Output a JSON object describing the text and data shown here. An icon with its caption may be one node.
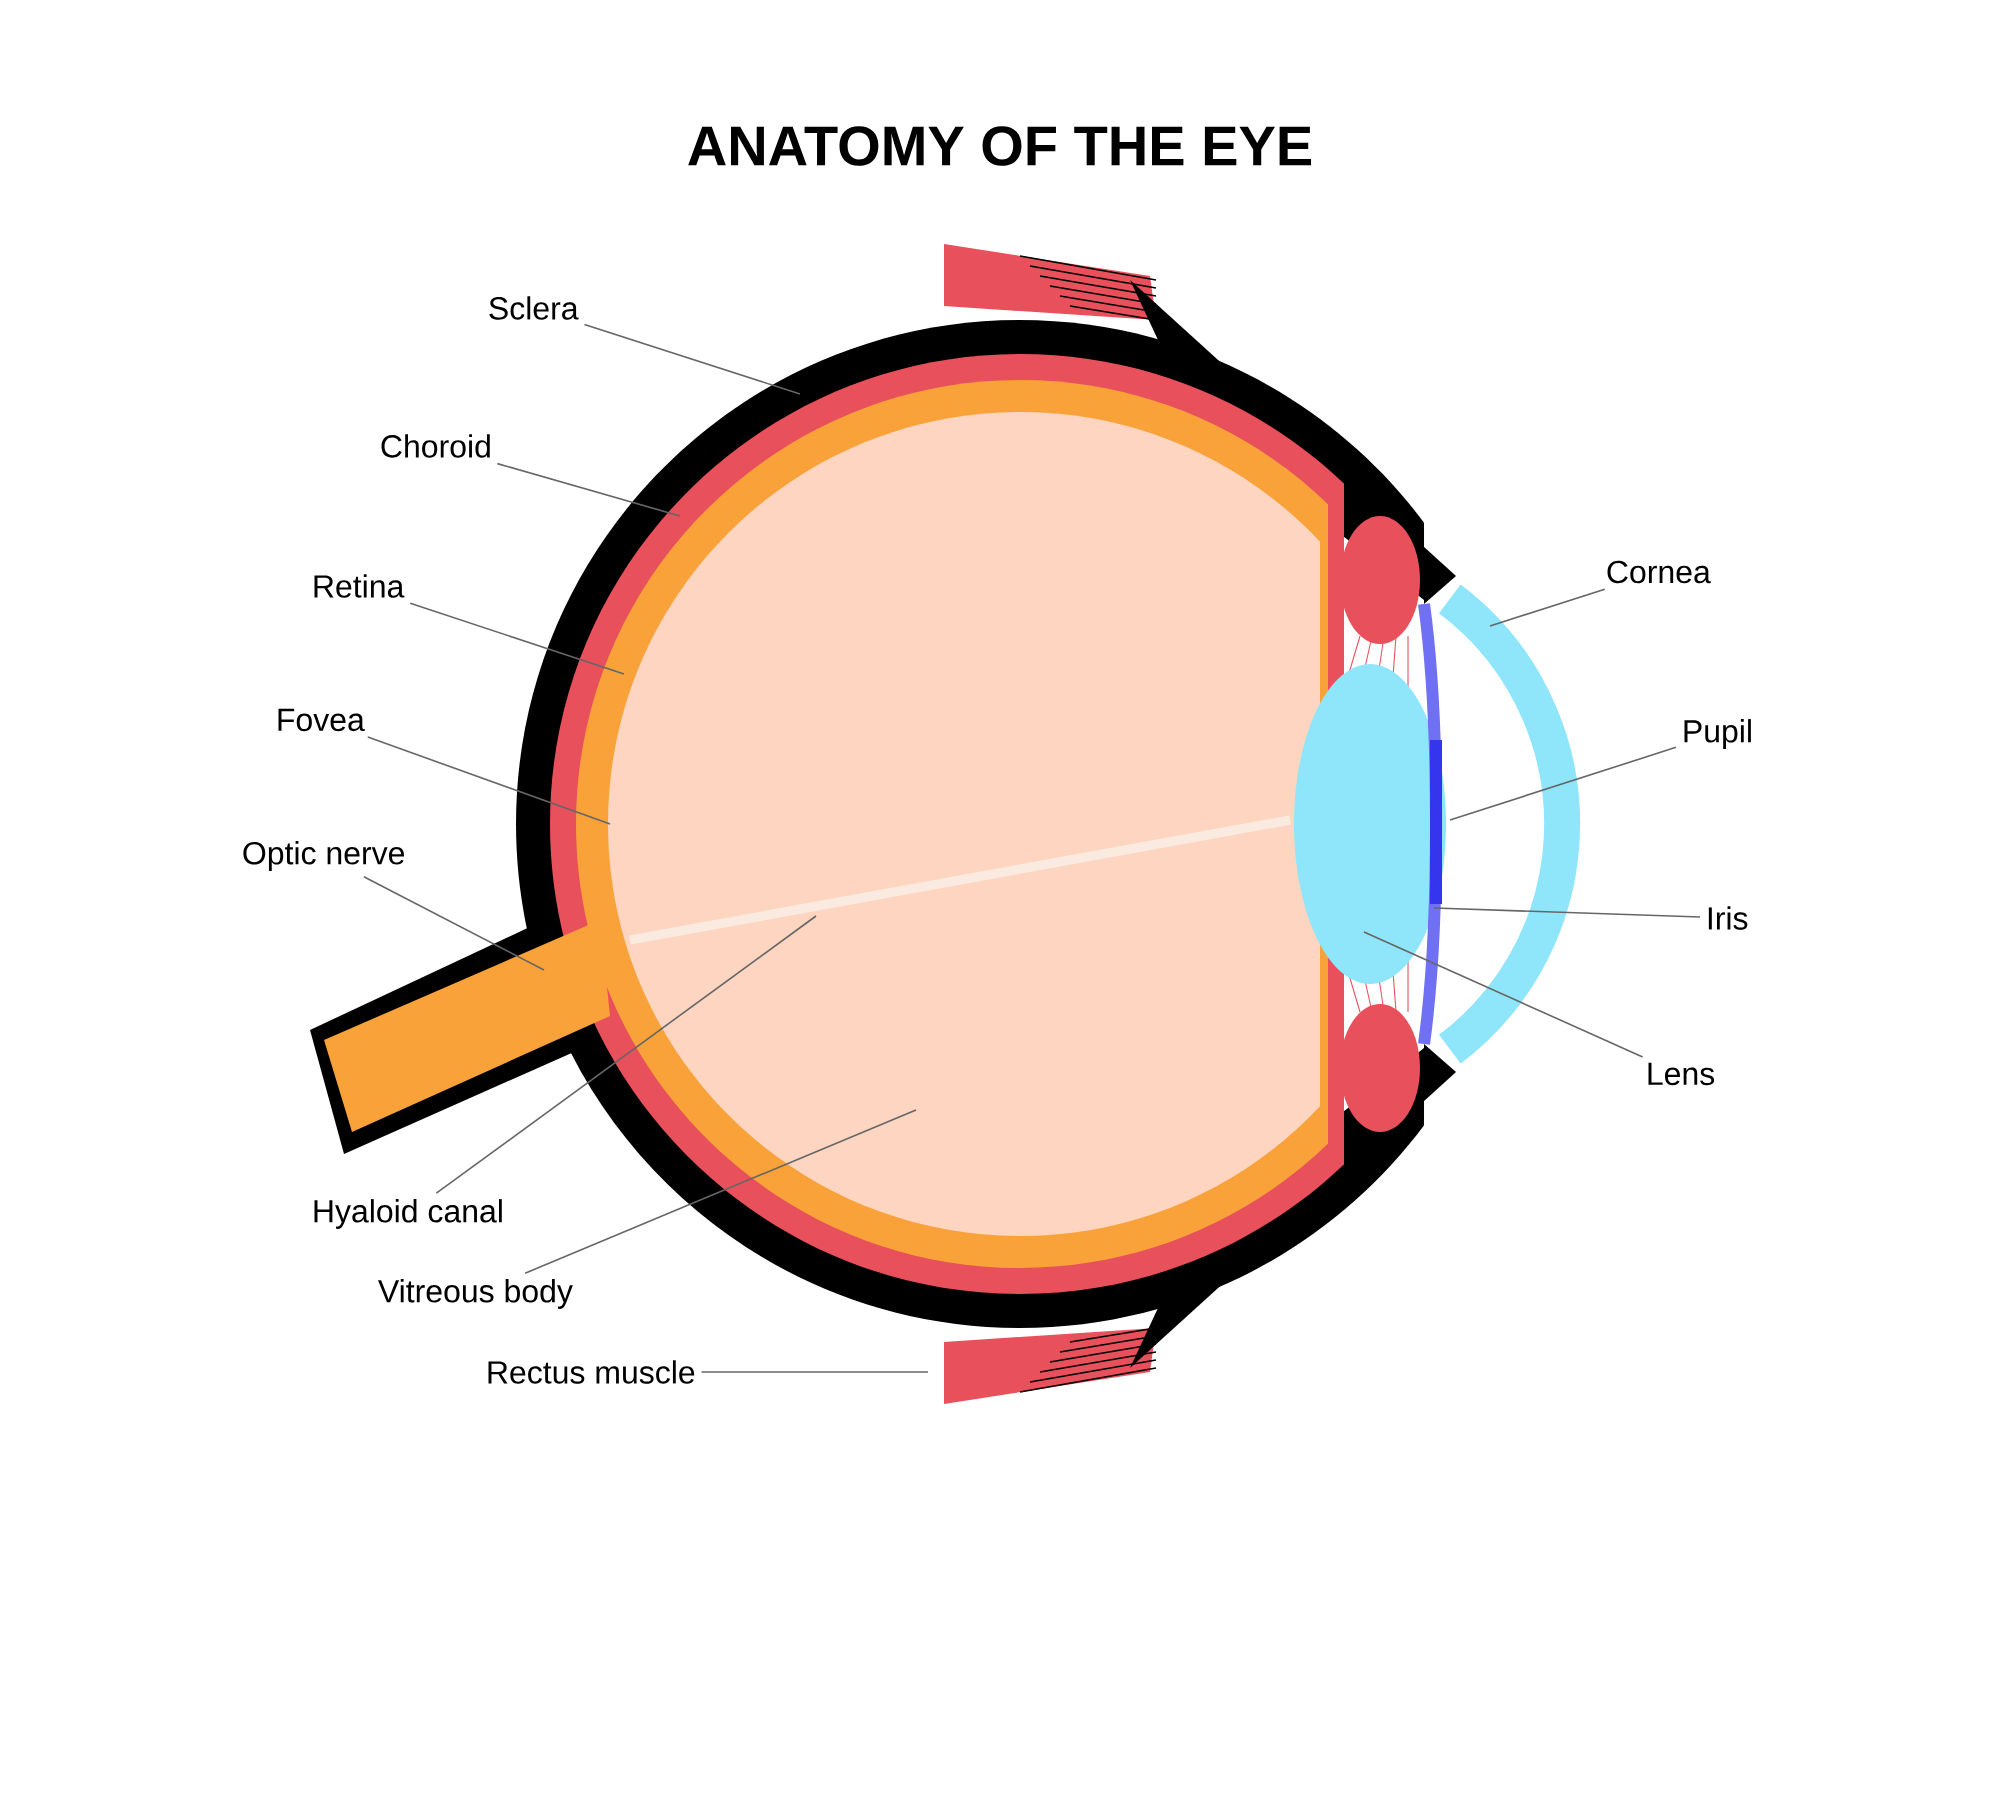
{
  "diagram": {
    "title": "ANATOMY OF THE EYE",
    "nodes": [
      {
        "text": [
          "Sclera"
        ]
      },
      {
        "text": [
          "Choroid"
        ]
      },
      {
        "text": [
          "Retina"
        ]
      },
      {
        "text": [
          "Fovea"
        ]
      },
      {
        "text": [
          "Optic nerve"
        ]
      },
      {
        "text": [
          "Hyaloid canal"
        ]
      },
      {
        "text": [
          "Vitreous body"
        ]
      },
      {
        "text": [
          "Rectus muscle"
        ]
      },
      {
        "text": [
          "Cornea"
        ]
      },
      {
        "text": [
          "Pupil"
        ]
      },
      {
        "text": [
          "Iris"
        ]
      },
      {
        "text": [
          "Lens"
        ]
      }
    ],
    "edges": [
      {
        "from": 0,
        "to": null,
        "arrow": "none"
      },
      {
        "from": 1,
        "to": null,
        "arrow": "none"
      },
      {
        "from": 2,
        "to": null,
        "arrow": "none"
      },
      {
        "from": 3,
        "to": null,
        "arrow": "none"
      },
      {
        "from": 4,
        "to": null,
        "arrow": "none"
      },
      {
        "from": 5,
        "to": null,
        "arrow": "none"
      },
      {
        "from": 6,
        "to": null,
        "arrow": "none"
      },
      {
        "from": 7,
        "to": null,
        "arrow": "none"
      },
      {
        "from": 8,
        "to": null,
        "arrow": "none"
      },
      {
        "from": 9,
        "to": null,
        "arrow": "none"
      },
      {
        "from": 10,
        "to": null,
        "arrow": "none"
      },
      {
        "from": 11,
        "to": null,
        "arrow": "none"
      }
    ]
  }
}
